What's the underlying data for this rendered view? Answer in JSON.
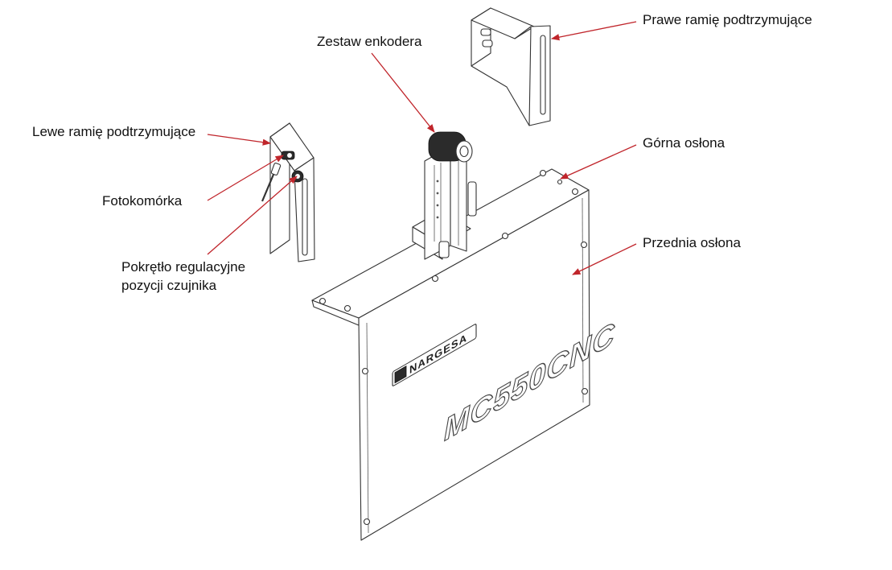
{
  "labels": {
    "right_arm": "Prawe ramię podtrzymujące",
    "encoder": "Zestaw enkodera",
    "left_arm": "Lewe ramię podtrzymujące",
    "top_cover": "Górna osłona",
    "photocell": "Fotokomórka",
    "front_cover": "Przednia osłona",
    "knob_line1": "Pokrętło regulacyjne",
    "knob_line2": "pozycji czujnika"
  },
  "branding": {
    "logo_text": "NARGESA",
    "model_text": "MC550CNC"
  },
  "colors": {
    "leader": "#c0252b",
    "text": "#111111",
    "outline": "#333333"
  }
}
